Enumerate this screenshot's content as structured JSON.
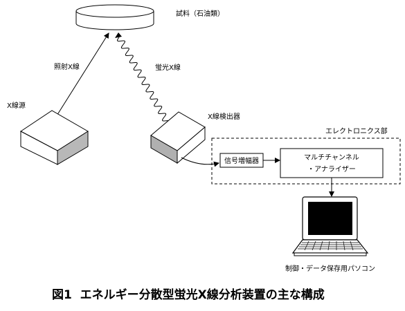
{
  "labels": {
    "sample": "試料（石油類）",
    "irradiation_xray": "照射X線",
    "fluorescent_xray": "蛍光X線",
    "xray_source": "X線源",
    "xray_detector": "X線検出器",
    "electronics_section": "エレクトロニクス部",
    "signal_amplifier": "信号増幅器",
    "mca_line1": "マルチチャンネル",
    "mca_line2": "・アナライザー",
    "control_pc": "制御・データ保存用パソコン"
  },
  "caption": "図1  エネルギー分散型蛍光X線分析装置の主な構成"
}
